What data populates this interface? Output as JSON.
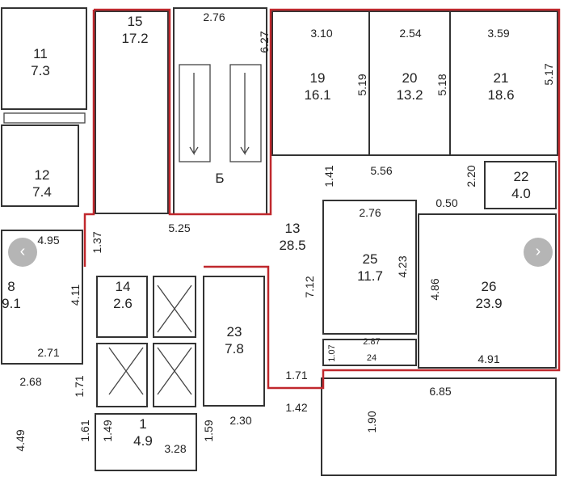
{
  "rooms": [
    {
      "num": "11",
      "area": "7.3"
    },
    {
      "num": "12",
      "area": "7.4"
    },
    {
      "num": "15",
      "area": "17.2"
    },
    {
      "num": "19",
      "area": "16.1"
    },
    {
      "num": "20",
      "area": "13.2"
    },
    {
      "num": "21",
      "area": "18.6"
    },
    {
      "num": "22",
      "area": "4.0"
    },
    {
      "num": "13",
      "area": "28.5"
    },
    {
      "num": "25",
      "area": "11.7"
    },
    {
      "num": "26",
      "area": "23.9"
    },
    {
      "num": "8",
      "area": "9.1"
    },
    {
      "num": "14",
      "area": "2.6"
    },
    {
      "num": "23",
      "area": "7.8"
    },
    {
      "num": "1",
      "area": "4.9"
    }
  ],
  "stair_label": "Б",
  "room_24": {
    "num": "24",
    "dim": "2.87"
  },
  "dims_h": [
    "2.76",
    "3.10",
    "2.54",
    "3.59",
    "5.56",
    "0.50",
    "5.25",
    "2.76",
    "4.91",
    "2.71",
    "2.68",
    "4.95",
    "1.71",
    "1.42",
    "2.30",
    "3.28",
    "6.85"
  ],
  "dims_v": [
    "6.27",
    "5.19",
    "5.18",
    "5.17",
    "1.41",
    "2.20",
    "1.37",
    "4.11",
    "7.12",
    "4.23",
    "4.86",
    "1.07",
    "1.71",
    "1.61",
    "1.49",
    "1.59",
    "4.49",
    "1.90"
  ],
  "nav": {
    "prev": "‹",
    "next": "›"
  },
  "colors": {
    "outline": "#c0282d"
  }
}
